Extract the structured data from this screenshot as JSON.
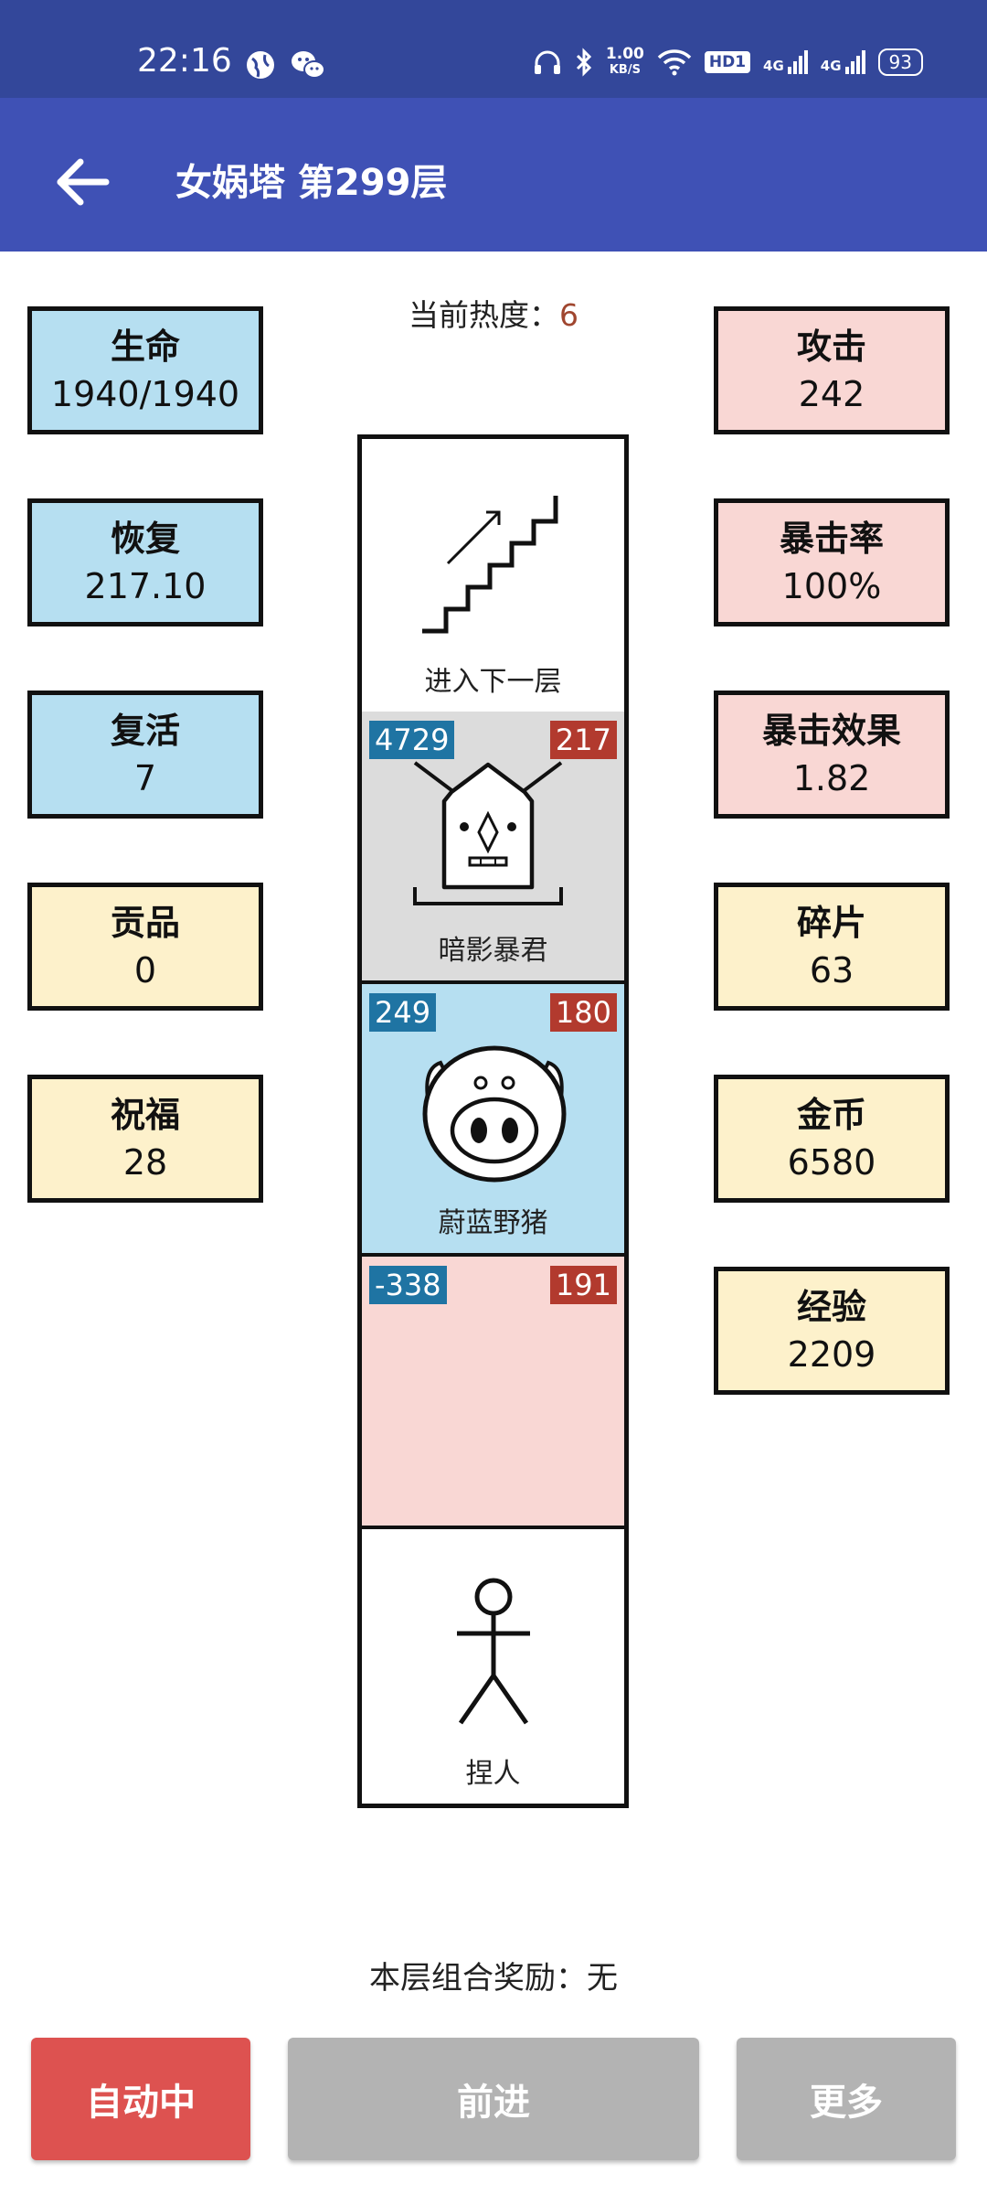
{
  "status_bar": {
    "time": "22:16",
    "speed_value": "1.00",
    "speed_unit": "KB/S",
    "hd_label": "HD1",
    "network_1": "4G",
    "network_2": "4G",
    "battery": "93"
  },
  "app_bar": {
    "title": "女娲塔 第299层"
  },
  "heat": {
    "label": "当前热度：",
    "value": "6"
  },
  "left_stats": [
    {
      "label": "生命",
      "value": "1940/1940"
    },
    {
      "label": "恢复",
      "value": "217.10"
    },
    {
      "label": "复活",
      "value": "7"
    },
    {
      "label": "贡品",
      "value": "0"
    },
    {
      "label": "祝福",
      "value": "28"
    }
  ],
  "right_stats": [
    {
      "label": "攻击",
      "value": "242"
    },
    {
      "label": "暴击率",
      "value": "100%"
    },
    {
      "label": "暴击效果",
      "value": "1.82"
    },
    {
      "label": "碎片",
      "value": "63"
    },
    {
      "label": "金币",
      "value": "6580"
    },
    {
      "label": "经验",
      "value": "2209"
    }
  ],
  "tower": {
    "stairs": {
      "label": "进入下一层"
    },
    "enemy_1": {
      "name": "暗影暴君",
      "hp": "4729",
      "atk": "217"
    },
    "enemy_2": {
      "name": "蔚蓝野猪",
      "hp": "249",
      "atk": "180"
    },
    "enemy_3": {
      "hp": "-338",
      "atk": "191"
    },
    "player": {
      "label": "捏人"
    }
  },
  "reward": {
    "label": "本层组合奖励：",
    "value": "无"
  },
  "buttons": {
    "auto": "自动中",
    "forward": "前进",
    "more": "更多"
  },
  "colors": {
    "status_bar": "#33479a",
    "app_bar": "#3f51b5",
    "blue_card": "#b6dff1",
    "pink_card": "#f9d7d4",
    "yellow_card": "#fdf1cb",
    "auto_button": "#dd5250",
    "disabled_button": "#b3b3b3"
  }
}
